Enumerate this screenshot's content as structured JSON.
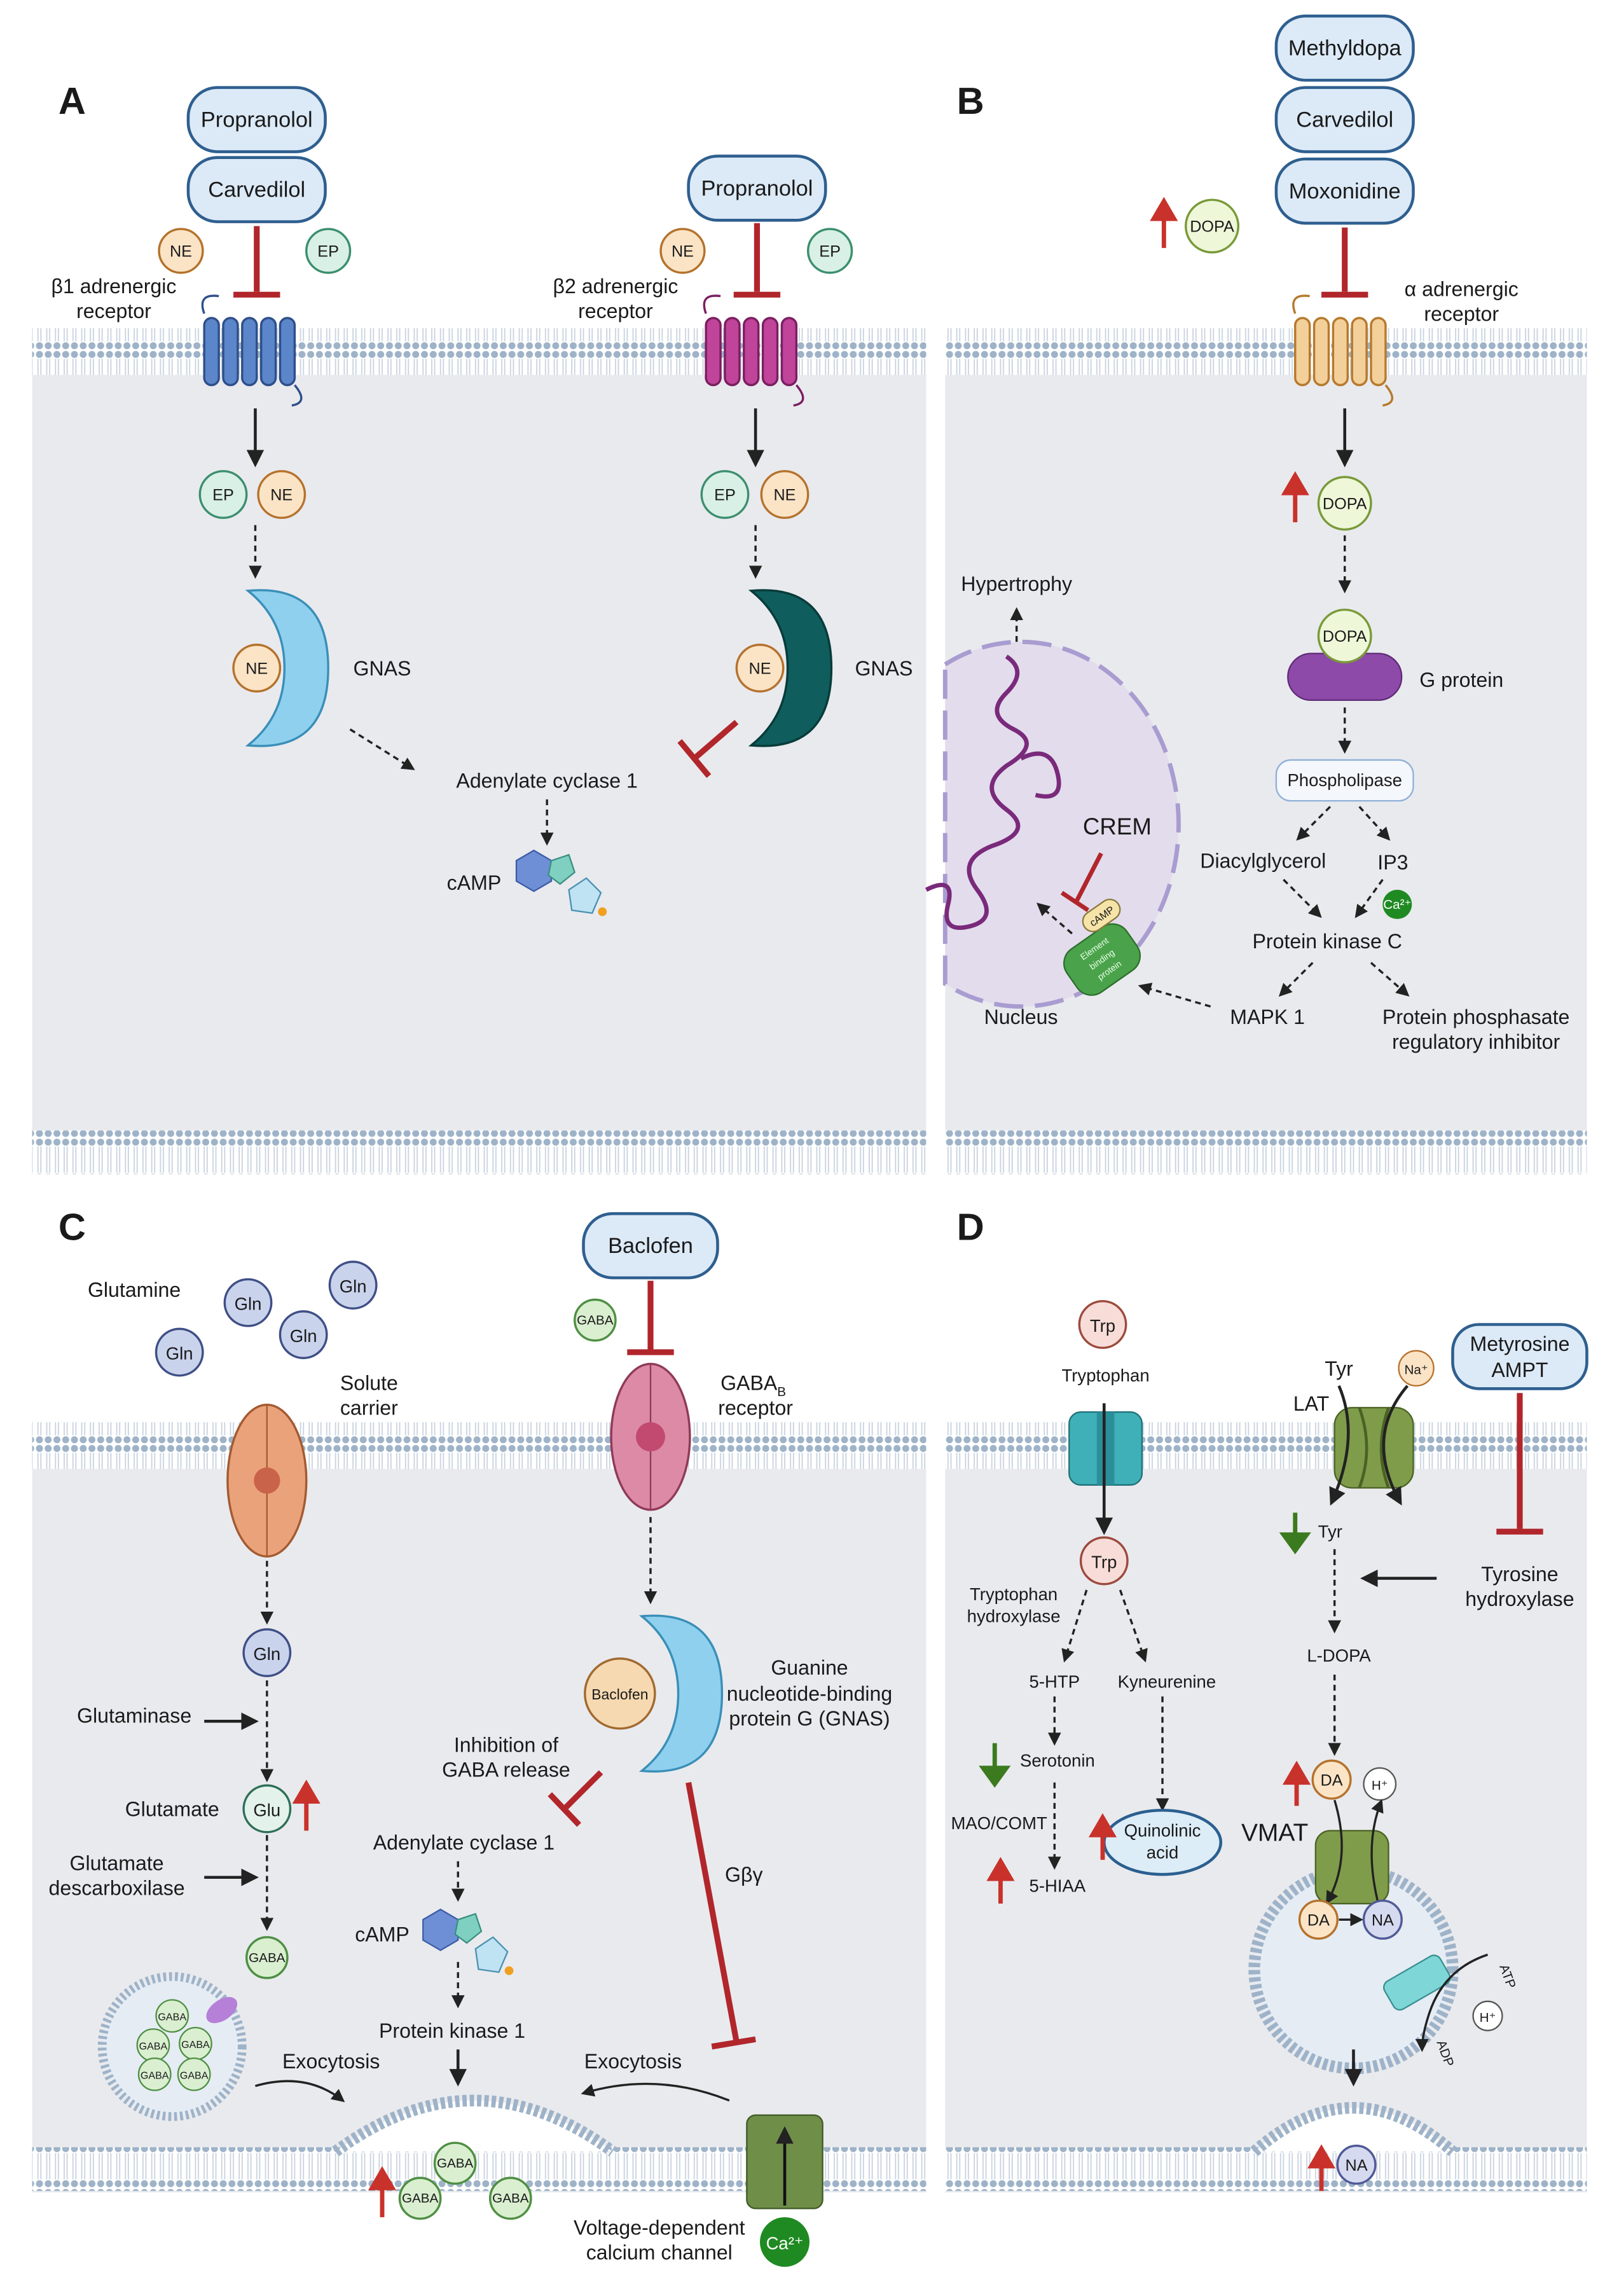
{
  "panels": {
    "a": {
      "letter": "A",
      "drug1": "Propranolol",
      "drug2": "Carvedilol",
      "receptor1_line1": "β1 adrenergic",
      "receptor1_line2": "receptor",
      "drug3": "Propranolol",
      "receptor2_line1": "β2 adrenergic",
      "receptor2_line2": "receptor",
      "ne": "NE",
      "ep": "EP",
      "gnas": "GNAS",
      "adenylate_cyclase": "Adenylate cyclase 1",
      "camp": "cAMP"
    },
    "b": {
      "letter": "B",
      "drug1": "Methyldopa",
      "drug2": "Carvedilol",
      "drug3": "Moxonidine",
      "dopa": "DOPA",
      "receptor_line1": "α adrenergic",
      "receptor_line2": "receptor",
      "g_protein": "G protein",
      "phospholipase": "Phospholipase",
      "diacylglycerol": "Diacylglycerol",
      "ip3": "IP3",
      "ca": "Ca²⁺",
      "pkc": "Protein kinase C",
      "mapk": "MAPK 1",
      "ppri_line1": "Protein phosphasate",
      "ppri_line2": "regulatory inhibitor",
      "hypertrophy": "Hypertrophy",
      "crem": "CREM",
      "nucleus": "Nucleus",
      "ebp_line1": "Element",
      "ebp_line2": "binding",
      "ebp_line3": "protein",
      "camp": "cAMP"
    },
    "c": {
      "letter": "C",
      "glutamine": "Glutamine",
      "gln": "Gln",
      "solute_line1": "Solute",
      "solute_line2": "carrier",
      "glutaminase": "Glutaminase",
      "glutamate": "Glutamate",
      "glu": "Glu",
      "gd_line1": "Glutamate",
      "gd_line2": "descarboxilase",
      "gaba": "GABA",
      "exocytosis": "Exocytosis",
      "baclofen": "Baclofen",
      "gabab_line1": "GABA",
      "gabab_sub": "B",
      "gabab_line2": "receptor",
      "gnas_line1": "Guanine",
      "gnas_line2": "nucleotide-binding",
      "gnas_line3": "protein G (GNAS)",
      "inhibition_line1": "Inhibition of",
      "inhibition_line2": "GABA release",
      "adenylate_cyclase": "Adenylate cyclase 1",
      "camp": "cAMP",
      "pk1": "Protein kinase 1",
      "gbg": "Gβγ",
      "vdcc_line1": "Voltage-dependent",
      "vdcc_line2": "calcium channel",
      "ca": "Ca²⁺"
    },
    "d": {
      "letter": "D",
      "trp": "Trp",
      "tryptophan": "Tryptophan",
      "th1_line1": "Tryptophan",
      "th1_line2": "hydroxylase",
      "htp": "5-HTP",
      "kyneurenine": "Kyneurenine",
      "serotonin": "Serotonin",
      "maocomt": "MAO/COMT",
      "hiaa": "5-HIAA",
      "quin_line1": "Quinolinic",
      "quin_line2": "acid",
      "tyr": "Tyr",
      "na_ion": "Na⁺",
      "lat": "LAT",
      "drug_line1": "Metyrosine",
      "drug_line2": "AMPT",
      "th2_line1": "Tyrosine",
      "th2_line2": "hydroxylase",
      "ldopa": "L-DOPA",
      "da": "DA",
      "h": "H⁺",
      "vmat": "VMAT",
      "na": "NA",
      "atp": "ATP",
      "adp": "ADP"
    }
  },
  "colors": {
    "cytoplasm": "#e9eaee",
    "inhibit": "#b0262b",
    "increase": "#c8322a",
    "decrease": "#3b7a1e",
    "drug_fill": "#dce9f7",
    "drug_stroke": "#2f5f8f"
  }
}
